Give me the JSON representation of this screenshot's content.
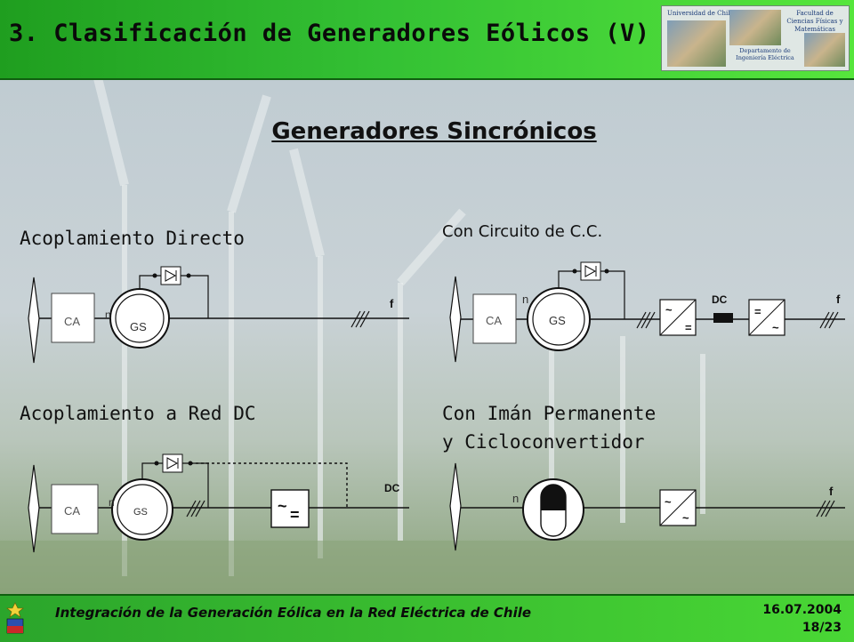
{
  "header": {
    "title": "3. Clasificación de Generadores Eólicos (V)",
    "logo": {
      "left_text": "Universidad de Chile",
      "right_text": "Facultad de Ciencias Físicas y Matemáticas",
      "dept_text": "Departamento de Ingeniería Eléctrica"
    }
  },
  "subtitle": "Generadores Sincrónicos",
  "sections": {
    "directo": {
      "title": "Acoplamiento Directo",
      "ca": "CA",
      "gs": "GS",
      "n": "n",
      "f": "f"
    },
    "cc": {
      "title": "Con Circuito de C.C.",
      "ca": "CA",
      "gs": "GS",
      "n": "n",
      "f": "f",
      "dc": "DC",
      "rect_top": "~",
      "rect_bottom": "=",
      "inv_top": "=",
      "inv_bottom": "~"
    },
    "red_dc": {
      "title": "Acoplamiento a Red DC",
      "ca": "CA",
      "gs": "GS",
      "n": "n",
      "dc": "DC",
      "conv_top": "~",
      "conv_bottom": "="
    },
    "iman": {
      "title_line1": "Con Imán Permanente",
      "title_line2": "y Cicloconvertidor",
      "n": "n",
      "f": "f",
      "conv_top": "~",
      "conv_bottom": "~"
    }
  },
  "footer": {
    "text": "Integración de la Generación Eólica en la Red Eléctrica de Chile",
    "date": "16.07.2004",
    "page": "18/23"
  },
  "colors": {
    "header_green": "#34c134",
    "footer_green": "#49d735"
  }
}
